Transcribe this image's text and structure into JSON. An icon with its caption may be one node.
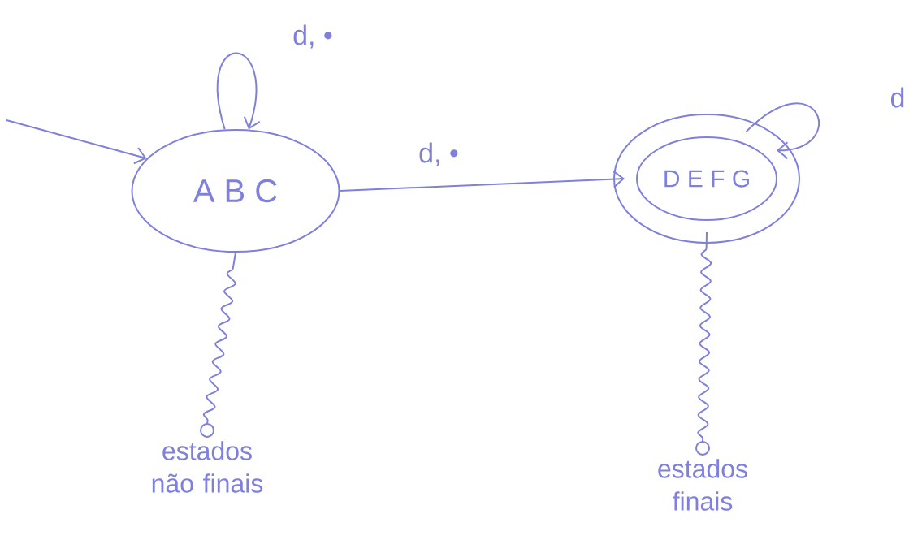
{
  "diagram": {
    "nodes": [
      {
        "text": [
          "A B C"
        ]
      },
      {
        "text": [
          "D E F G"
        ]
      },
      {
        "text": [
          "estados não finais"
        ]
      },
      {
        "text": [
          "estados finais"
        ]
      }
    ],
    "edges": [
      {
        "from": null,
        "to": 0,
        "arrow": "to"
      },
      {
        "from": 0,
        "to": 0,
        "arrow": "to",
        "label": "d, •"
      },
      {
        "from": 0,
        "to": 1,
        "arrow": "to",
        "label": "d, •"
      },
      {
        "from": 1,
        "to": 1,
        "arrow": "to",
        "label": "d"
      },
      {
        "from": 2,
        "to": 0,
        "arrow": "other"
      },
      {
        "from": 3,
        "to": 1,
        "arrow": "other"
      }
    ]
  }
}
